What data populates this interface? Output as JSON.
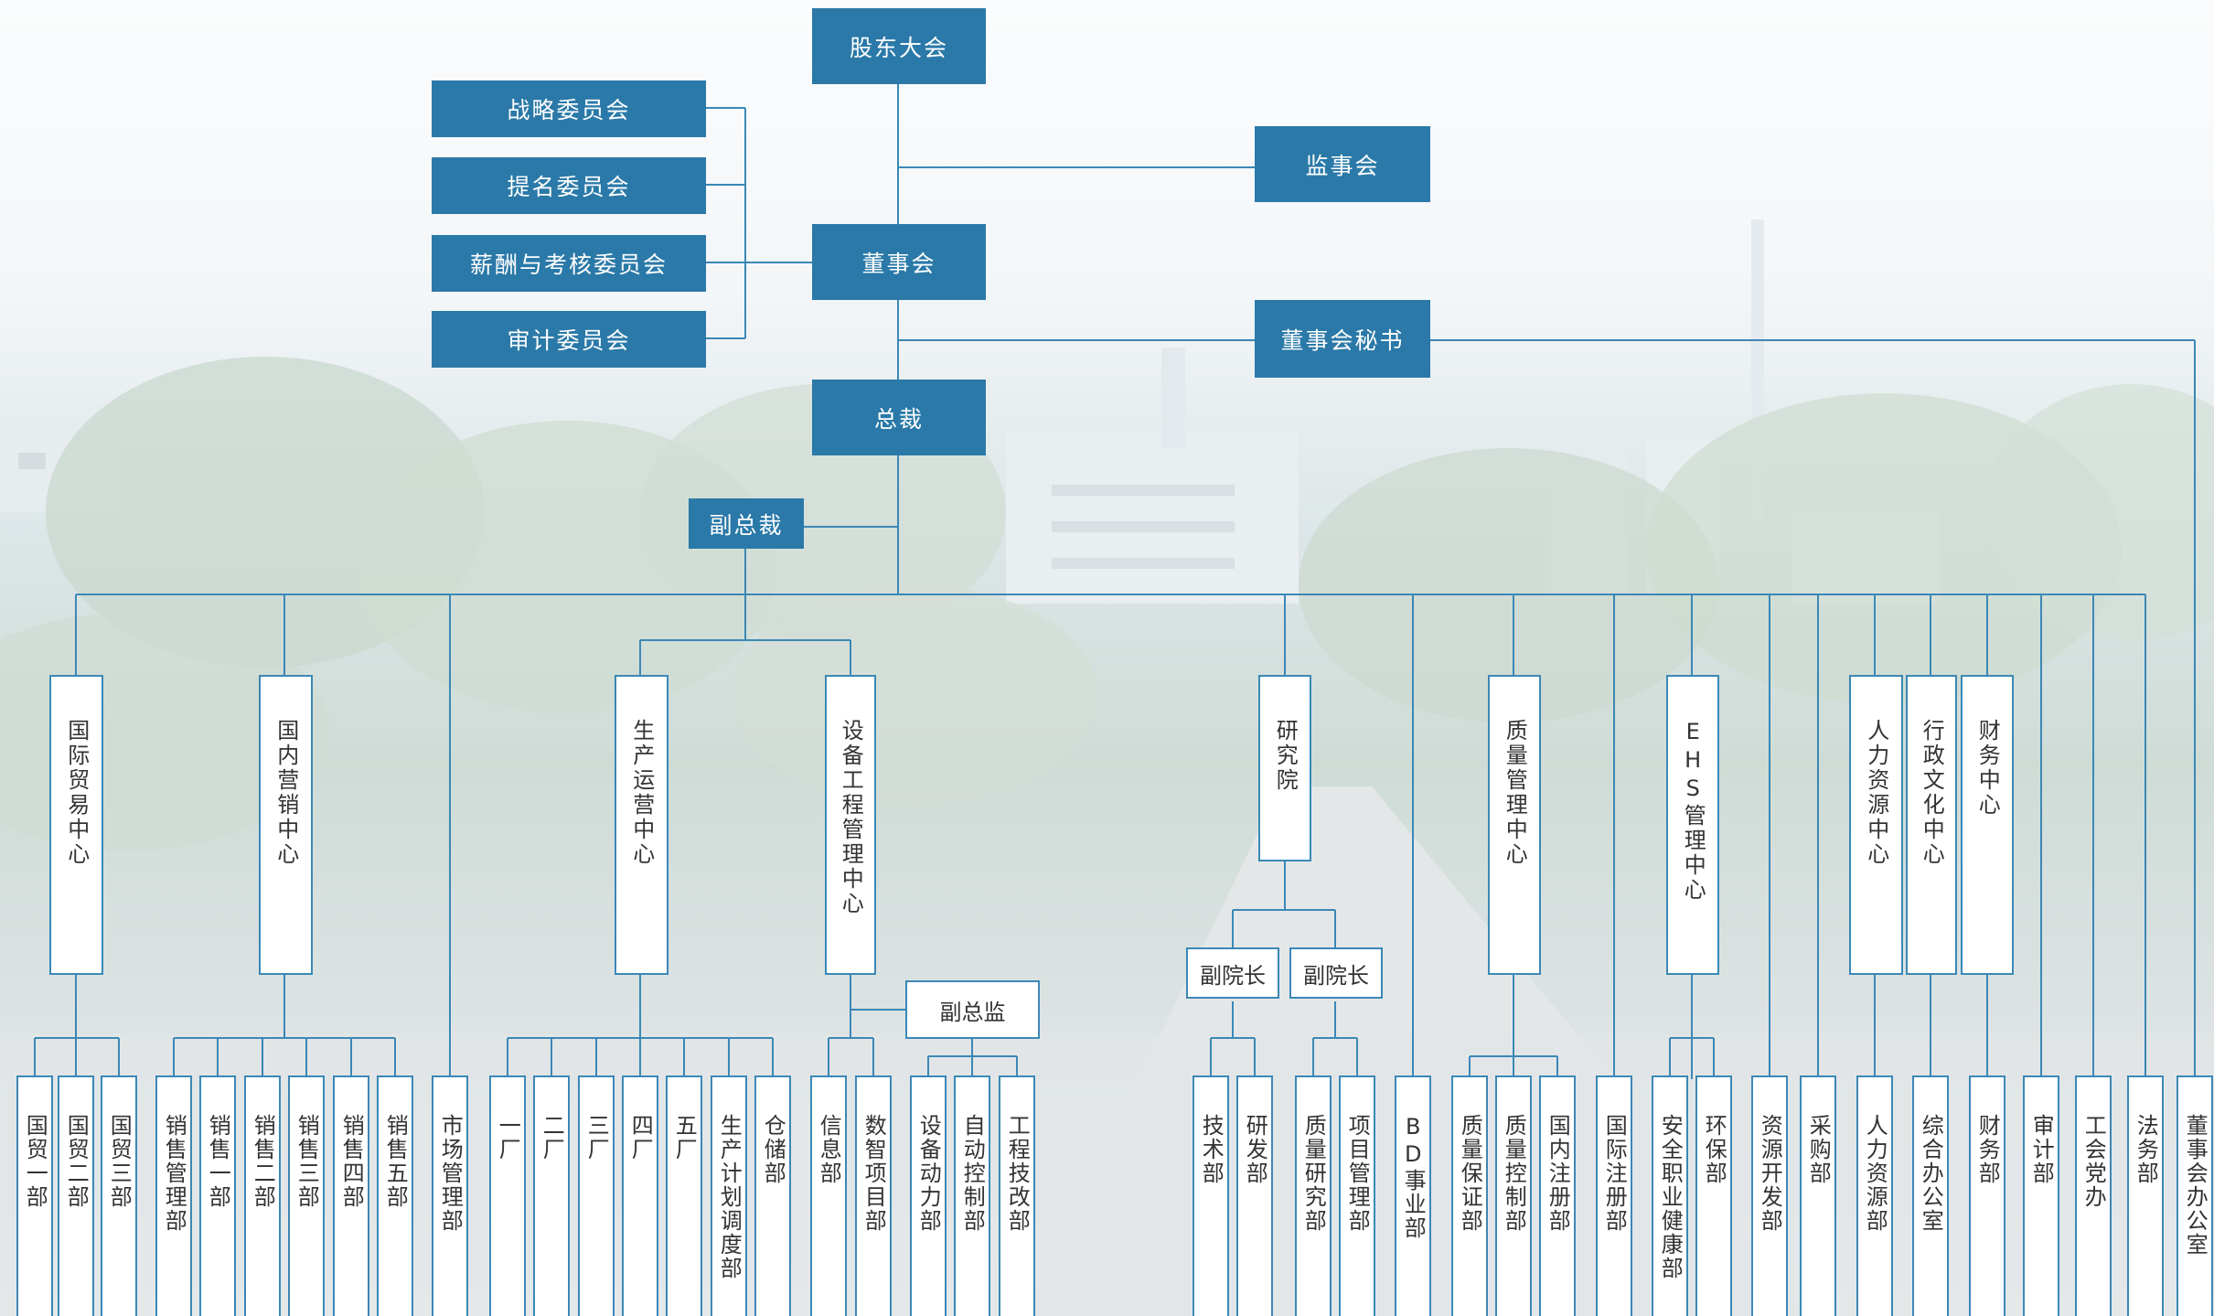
{
  "colors": {
    "box_fill": "#2a79a8",
    "line": "#3b88b6",
    "outline": "#3b88b6",
    "label_dark": "#333333"
  },
  "top": {
    "shareholders": "股东大会",
    "supervisors": "监事会",
    "board": "董事会",
    "board_secretary": "董事会秘书",
    "president": "总裁",
    "vice_president": "副总裁",
    "committees": [
      "战略委员会",
      "提名委员会",
      "薪酬与考核委员会",
      "审计委员会"
    ]
  },
  "centers": [
    "国际贸易中心",
    "国内营销中心",
    "生产运营中心",
    "设备工程管理中心",
    "研究院",
    "质量管理中心",
    "EHS管理中心",
    "人力资源中心",
    "行政文化中心",
    "财务中心"
  ],
  "deputies": {
    "deputy_director": "副总监",
    "vice_dean_1": "副院长",
    "vice_dean_2": "副院长"
  },
  "departments": [
    "国贸一部",
    "国贸二部",
    "国贸三部",
    "销售管理部",
    "销售一部",
    "销售二部",
    "销售三部",
    "销售四部",
    "销售五部",
    "市场管理部",
    "一厂",
    "二厂",
    "三厂",
    "四厂",
    "五厂",
    "生产计划调度部",
    "仓储部",
    "信息部",
    "数智项目部",
    "设备动力部",
    "自动控制部",
    "工程技改部",
    "技术部",
    "研发部",
    "质量研究部",
    "项目管理部",
    "BD事业部",
    "质量保证部",
    "质量控制部",
    "国内注册部",
    "国际注册部",
    "安全职业健康部",
    "环保部",
    "资源开发部",
    "采购部",
    "人力资源部",
    "综合办公室",
    "财务部",
    "审计部",
    "工会党办",
    "法务部",
    "董事会办公室"
  ]
}
